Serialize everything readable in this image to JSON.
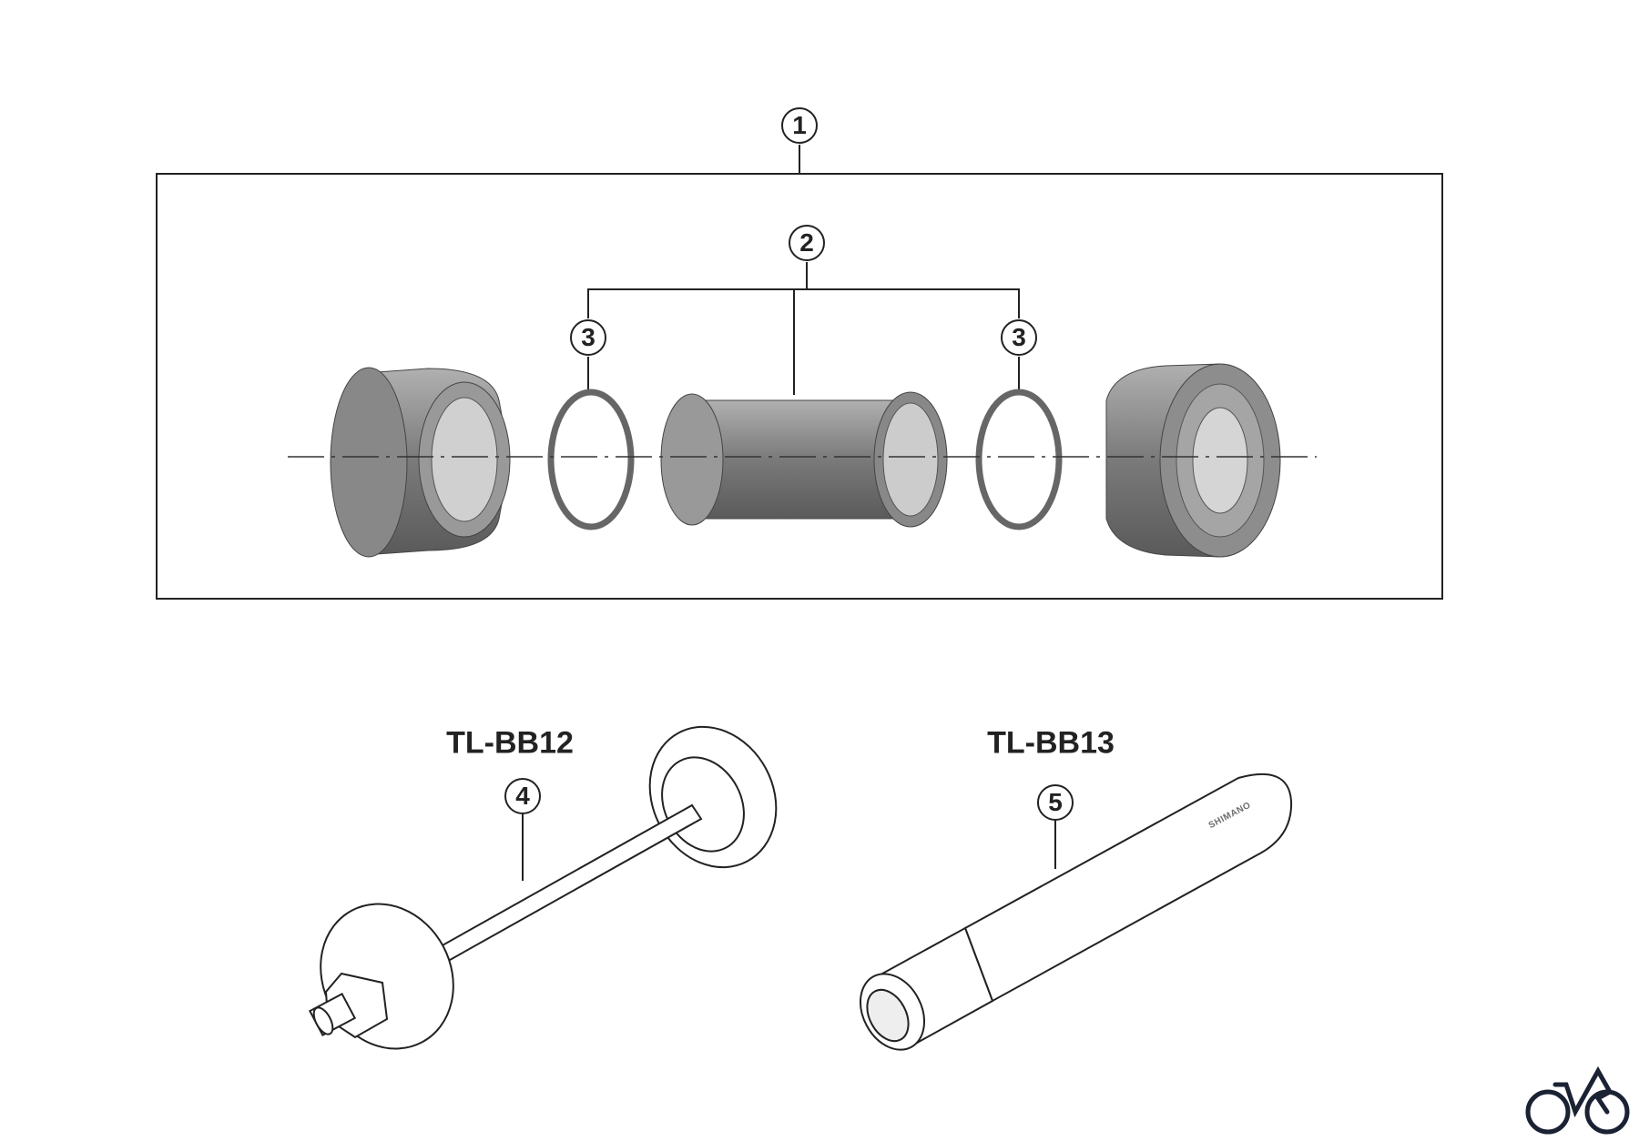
{
  "callouts": {
    "c1": "1",
    "c2": "2",
    "c3a": "3",
    "c3b": "3",
    "c4": "4",
    "c5": "5"
  },
  "tools": {
    "tool4_name": "TL-BB12",
    "tool5_name": "TL-BB13"
  },
  "tool5_engraving": "SHIMANO",
  "colors": {
    "part_fill": "#8a8a8a",
    "part_dark": "#5e5e5e",
    "line": "#222222",
    "logo": "#1b2233"
  }
}
